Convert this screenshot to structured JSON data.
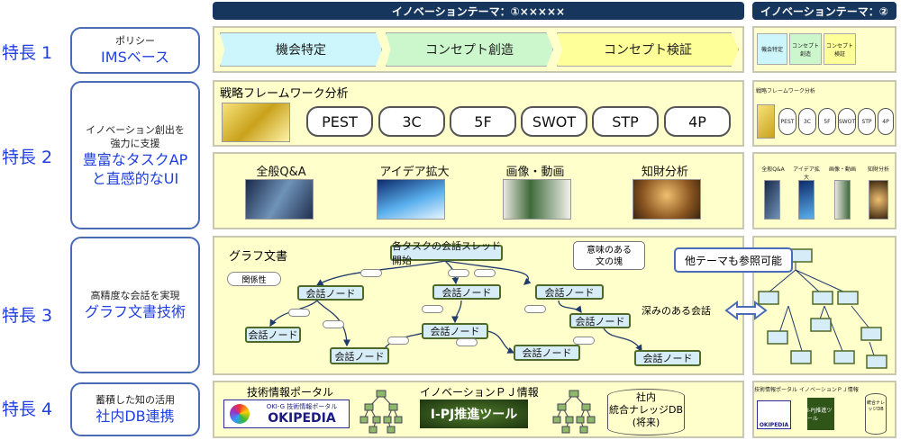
{
  "headers": {
    "main": "イノベーションテーマ：①×××××",
    "right": "イノベーションテーマ：②"
  },
  "features": [
    {
      "label": "特長 1",
      "sub": "ポリシー",
      "main": "IMSベース"
    },
    {
      "label": "特長 2",
      "sub": "イノベーション創出を\n強力に支援",
      "main": "豊富なタスクAP\nと直感的なUI"
    },
    {
      "label": "特長 3",
      "sub": "高精度な会話を実現",
      "main": "グラフ文書技術"
    },
    {
      "label": "特長 4",
      "sub": "蓄積した知の活用",
      "main": "社内DB連携"
    }
  ],
  "phases": [
    "機会特定",
    "コンセプト創造",
    "コンセプト検証"
  ],
  "phases_small": [
    "機会特定",
    "コンセプト創造",
    "コンセプト検証"
  ],
  "framework": {
    "title": "戦略フレームワーク分析",
    "items": [
      "PEST",
      "3C",
      "5F",
      "SWOT",
      "STP",
      "4P"
    ]
  },
  "tasks": [
    "全般Q&A",
    "アイデア拡大",
    "画像・動画",
    "知財分析"
  ],
  "graph": {
    "title": "グラフ文書",
    "relation": "関係性",
    "root": "各タスクの会話スレッド開始",
    "node": "会話ノード",
    "bubble": "意味のある\n文の塊",
    "deep": "深みのある会話",
    "other": "他テーマも参照可能"
  },
  "db": {
    "portal_title": "技術情報ポータル",
    "portal_sub": "OKI-G 技術情報ポータル",
    "portal_name": "OKIPEDIA",
    "pj_title": "イノベーションＰＪ情報",
    "pj_tool": "I-PJ推進ツール",
    "db_line1": "社内",
    "db_line2": "統合ナレッジDB",
    "db_line3": "(将来)"
  },
  "colors": {
    "navy": "#17365d",
    "blue": "#1f3fdf",
    "cyan": "#ccf6fb",
    "green": "#ccf7cc",
    "yellow": "#ffff99"
  }
}
